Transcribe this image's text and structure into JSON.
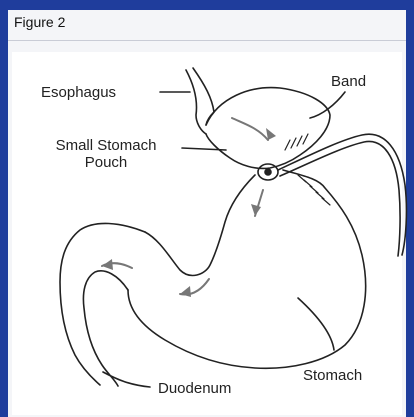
{
  "figure": {
    "title": "Figure 2"
  },
  "labels": {
    "esophagus": "Esophagus",
    "band": "Band",
    "pouch_line1": "Small Stomach",
    "pouch_line2": "Pouch",
    "stomach": "Stomach",
    "duodenum": "Duodenum"
  },
  "colors": {
    "background": "#1f3d9c",
    "line": "#222222",
    "arrow": "#777777"
  }
}
